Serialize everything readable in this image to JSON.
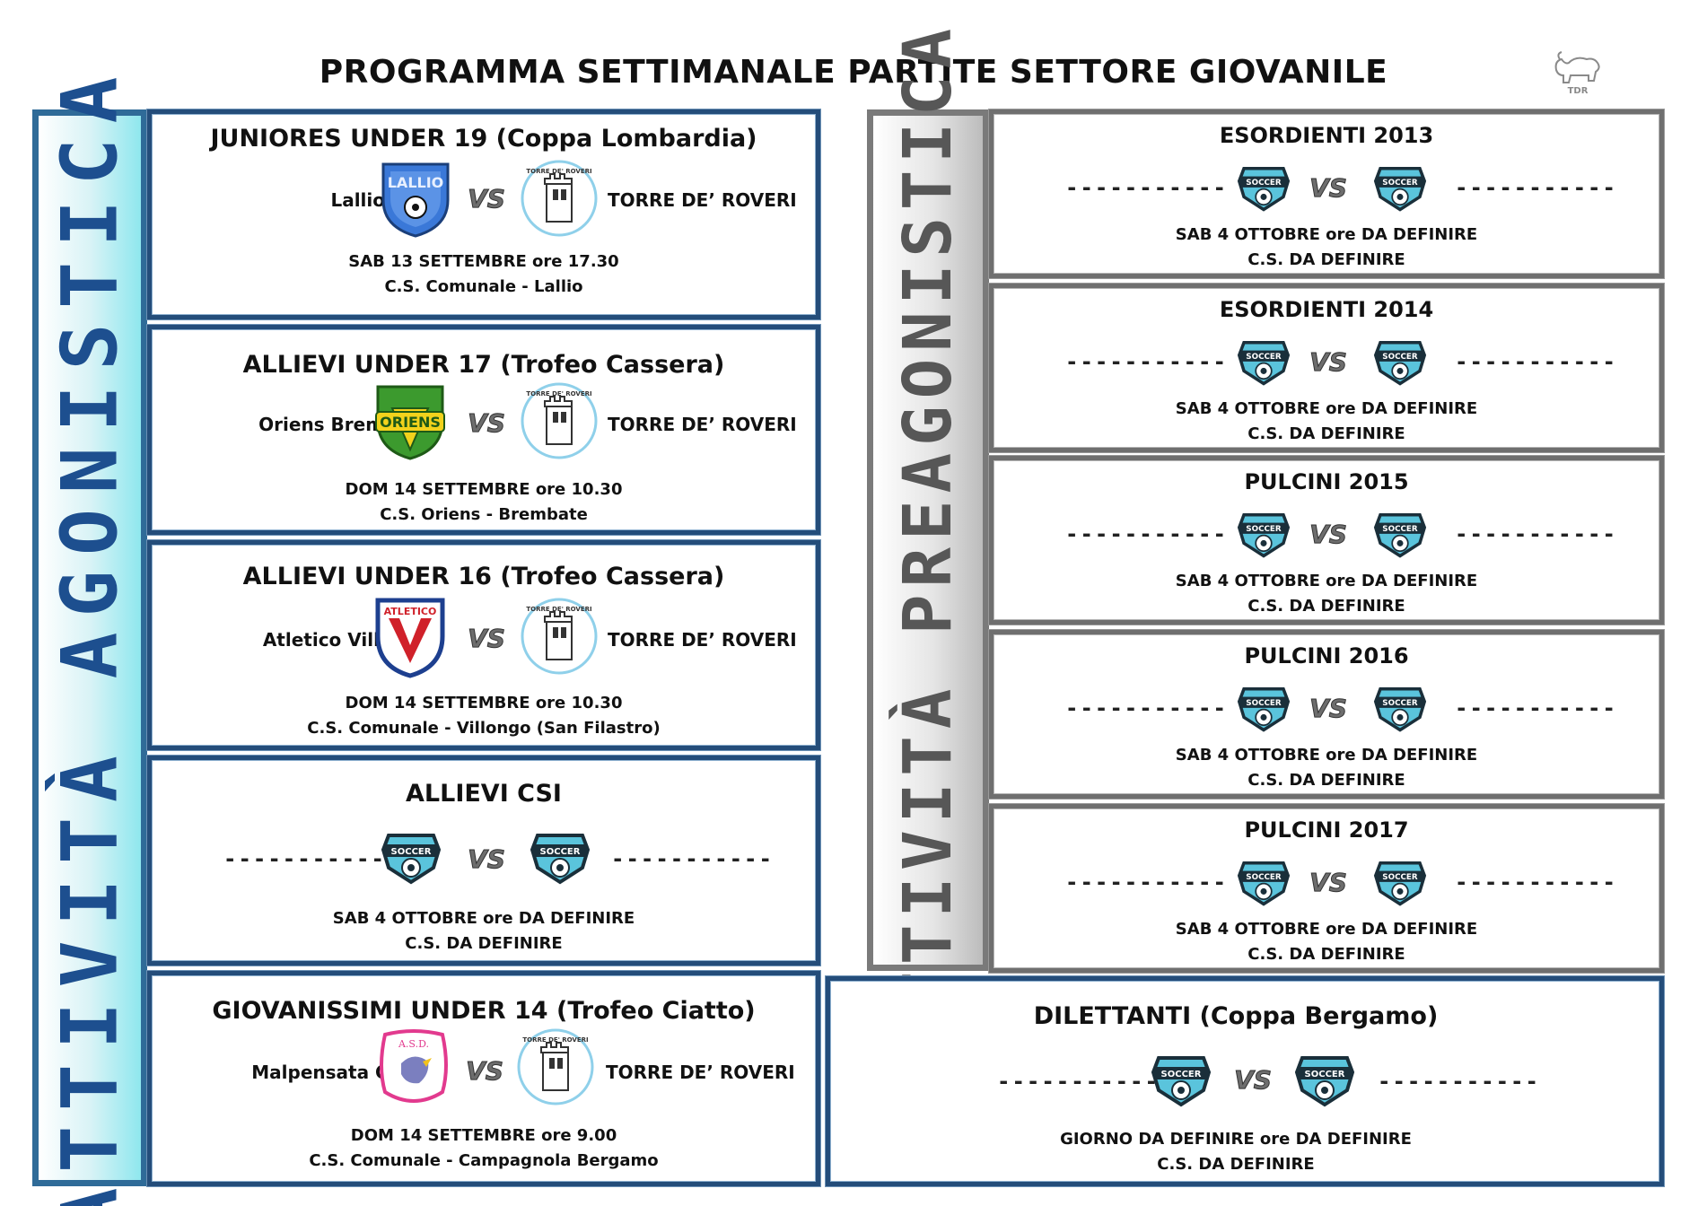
{
  "title": "PROGRAMMA SETTIMANALE PARTITE SETTORE GIOVANILE",
  "corner_logo_text": "TDR",
  "side_labels": {
    "agonistica": "ATTIVITÀ AGONISTICA",
    "preagonistica": "ATTIVITÀ PREAGONISTICA"
  },
  "vs_text": "VS",
  "dashes": "-----------",
  "left_matches": [
    {
      "category": "JUNIORES UNDER 19 (Coppa Lombardia)",
      "home": "Lallio",
      "away": "TORRE DE’ ROVERI",
      "home_logo": "lallio-crest",
      "away_logo": "torre-de-roveri-crest",
      "home_logo_text": "LALLIO",
      "away_logo_text": "TORRE DE' ROVERI",
      "date": "SAB 13 SETTEMBRE ore 17.30",
      "venue": "C.S. Comunale - Lallio"
    },
    {
      "category": "ALLIEVI UNDER 17 (Trofeo Cassera)",
      "home": "Oriens Brembate",
      "away": "TORRE DE’ ROVERI",
      "home_logo": "oriens-crest",
      "away_logo": "torre-de-roveri-crest",
      "home_logo_text": "ORIENS",
      "away_logo_text": "TORRE DE' ROVERI",
      "date": "DOM 14 SETTEMBRE ore 10.30",
      "venue": "C.S. Oriens - Brembate"
    },
    {
      "category": "ALLIEVI UNDER 16 (Trofeo Cassera)",
      "home": "Atletico Villongo",
      "away": "TORRE DE’ ROVERI",
      "home_logo": "atletico-villongo-crest",
      "away_logo": "torre-de-roveri-crest",
      "home_logo_text": "ATLETICO",
      "away_logo_text": "TORRE DE' ROVERI",
      "date": "DOM 14 SETTEMBRE ore 10.30",
      "venue": "C.S. Comunale - Villongo (San Filastro)"
    },
    {
      "category": "ALLIEVI CSI",
      "home": "",
      "away": "",
      "home_logo": "soccer-badge",
      "away_logo": "soccer-badge",
      "home_logo_text": "SOCCER",
      "away_logo_text": "SOCCER",
      "date": "SAB 4 OTTOBRE ore DA DEFINIRE",
      "venue": "C.S. DA DEFINIRE"
    },
    {
      "category": "GIOVANISSIMI UNDER 14 (Trofeo Ciatto)",
      "home": "Malpensata Camp.",
      "away": "TORRE DE’ ROVERI",
      "home_logo": "malpensata-crest",
      "away_logo": "torre-de-roveri-crest",
      "home_logo_text": "A.S.D.",
      "away_logo_text": "TORRE DE' ROVERI",
      "date": "DOM 14 SETTEMBRE ore 9.00",
      "venue": "C.S. Comunale - Campagnola Bergamo"
    }
  ],
  "right_matches": [
    {
      "category": "ESORDIENTI 2013",
      "date": "SAB 4 OTTOBRE ore DA DEFINIRE",
      "venue": "C.S. DA DEFINIRE",
      "badge_text": "SOCCER"
    },
    {
      "category": "ESORDIENTI 2014",
      "date": "SAB 4 OTTOBRE ore DA DEFINIRE",
      "venue": "C.S. DA DEFINIRE",
      "badge_text": "SOCCER"
    },
    {
      "category": "PULCINI 2015",
      "date": "SAB 4 OTTOBRE ore DA DEFINIRE",
      "venue": "C.S. DA DEFINIRE",
      "badge_text": "SOCCER"
    },
    {
      "category": "PULCINI 2016",
      "date": "SAB 4 OTTOBRE ore DA DEFINIRE",
      "venue": "C.S. DA DEFINIRE",
      "badge_text": "SOCCER"
    },
    {
      "category": "PULCINI 2017",
      "date": "SAB 4 OTTOBRE ore DA DEFINIRE",
      "venue": "C.S. DA DEFINIRE",
      "badge_text": "SOCCER"
    }
  ],
  "dilettanti": {
    "category": "DILETTANTI (Coppa Bergamo)",
    "date": "GIORNO DA DEFINIRE ore DA DEFINIRE",
    "venue": "C.S. DA DEFINIRE",
    "badge_text": "SOCCER"
  },
  "colors": {
    "agonistica_border": "#244d7a",
    "agonistica_text": "#1d4f8f",
    "agonistica_band": "#8fe7ee",
    "preagonistica_border": "#6f6f6f",
    "preagonistica_text": "#575757",
    "soccer_badge": "#5ac4dc",
    "lallio_blue": "#3a78d8",
    "oriens_green": "#3c9a2e",
    "oriens_yellow": "#f2d21c",
    "villongo_red": "#d0212a",
    "villongo_blue": "#1d3f8f",
    "malpensata_pink": "#e23a8e"
  }
}
